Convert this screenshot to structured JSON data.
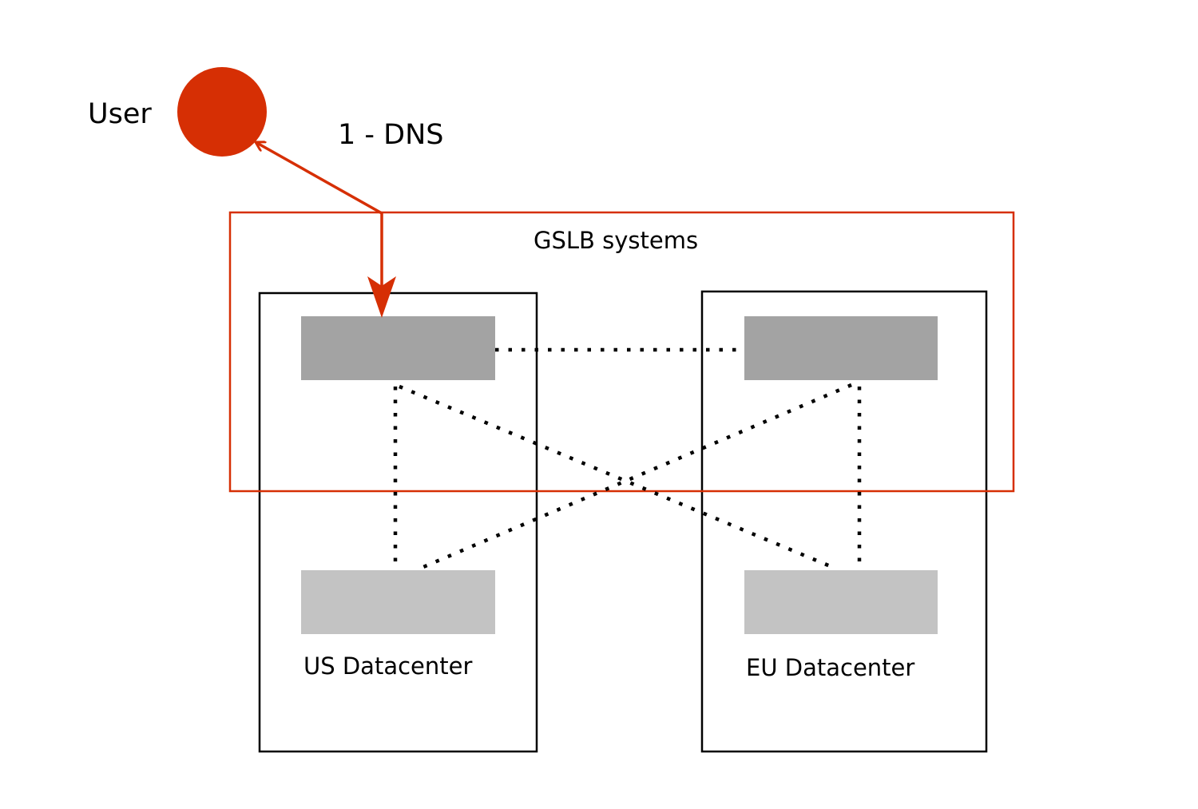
{
  "labels": {
    "user": "User",
    "dns_step": "1 - DNS",
    "gslb": "GSLB systems",
    "us_dc": "US Datacenter",
    "eu_dc": "EU Datacenter"
  },
  "colors": {
    "accent": "#d62f04",
    "gslb_node": "#a3a3a3",
    "server_node": "#c3c3c3",
    "outline": "#000000"
  }
}
